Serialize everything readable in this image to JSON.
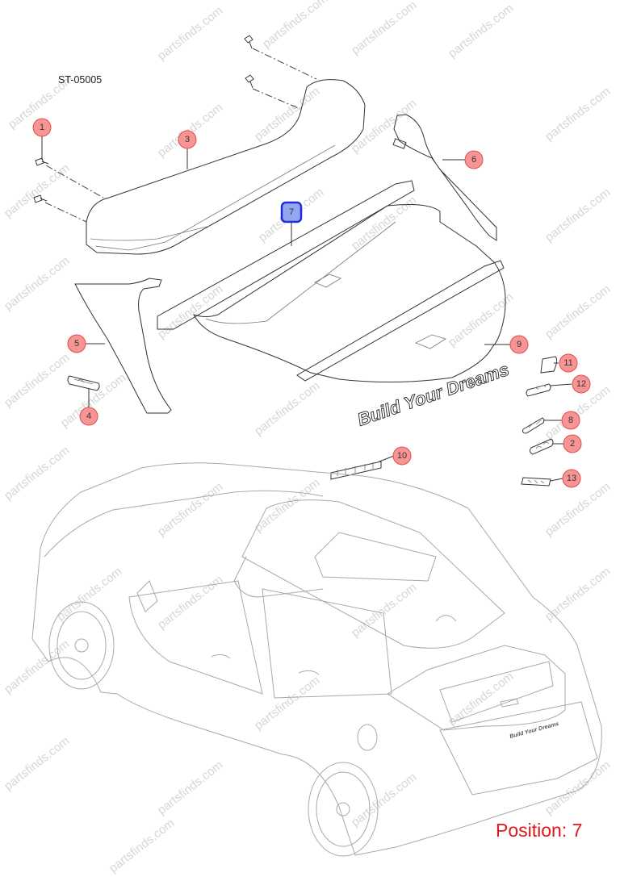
{
  "diagram_code": "ST-05005",
  "position_text": "Position: 7",
  "watermark_text": "partsfinds.com",
  "emblem_text": "Build Your Dreams",
  "callouts": [
    {
      "label": "1",
      "active": false
    },
    {
      "label": "2",
      "active": false
    },
    {
      "label": "3",
      "active": false
    },
    {
      "label": "4",
      "active": false
    },
    {
      "label": "5",
      "active": false
    },
    {
      "label": "6",
      "active": false
    },
    {
      "label": "7",
      "active": true
    },
    {
      "label": "8",
      "active": false
    },
    {
      "label": "9",
      "active": false
    },
    {
      "label": "10",
      "active": false
    },
    {
      "label": "11",
      "active": false
    },
    {
      "label": "12",
      "active": false
    },
    {
      "label": "13",
      "active": false
    }
  ],
  "colors": {
    "callout_fill": "#f79595",
    "callout_active_fill": "#93a7f0",
    "callout_active_border": "#1d2fd0",
    "position_text": "#e0171b"
  }
}
